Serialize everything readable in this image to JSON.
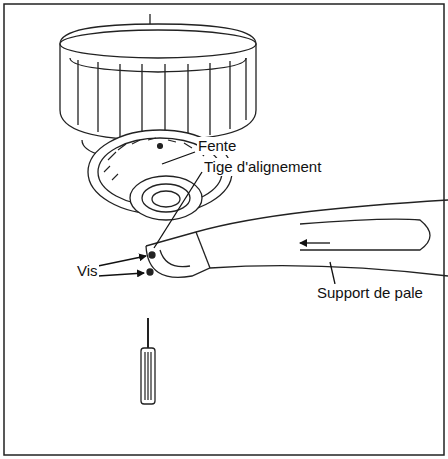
{
  "diagram": {
    "labels": [
      "Fente",
      "Tige d'alignement",
      "Vis",
      "Support de pale"
    ]
  }
}
